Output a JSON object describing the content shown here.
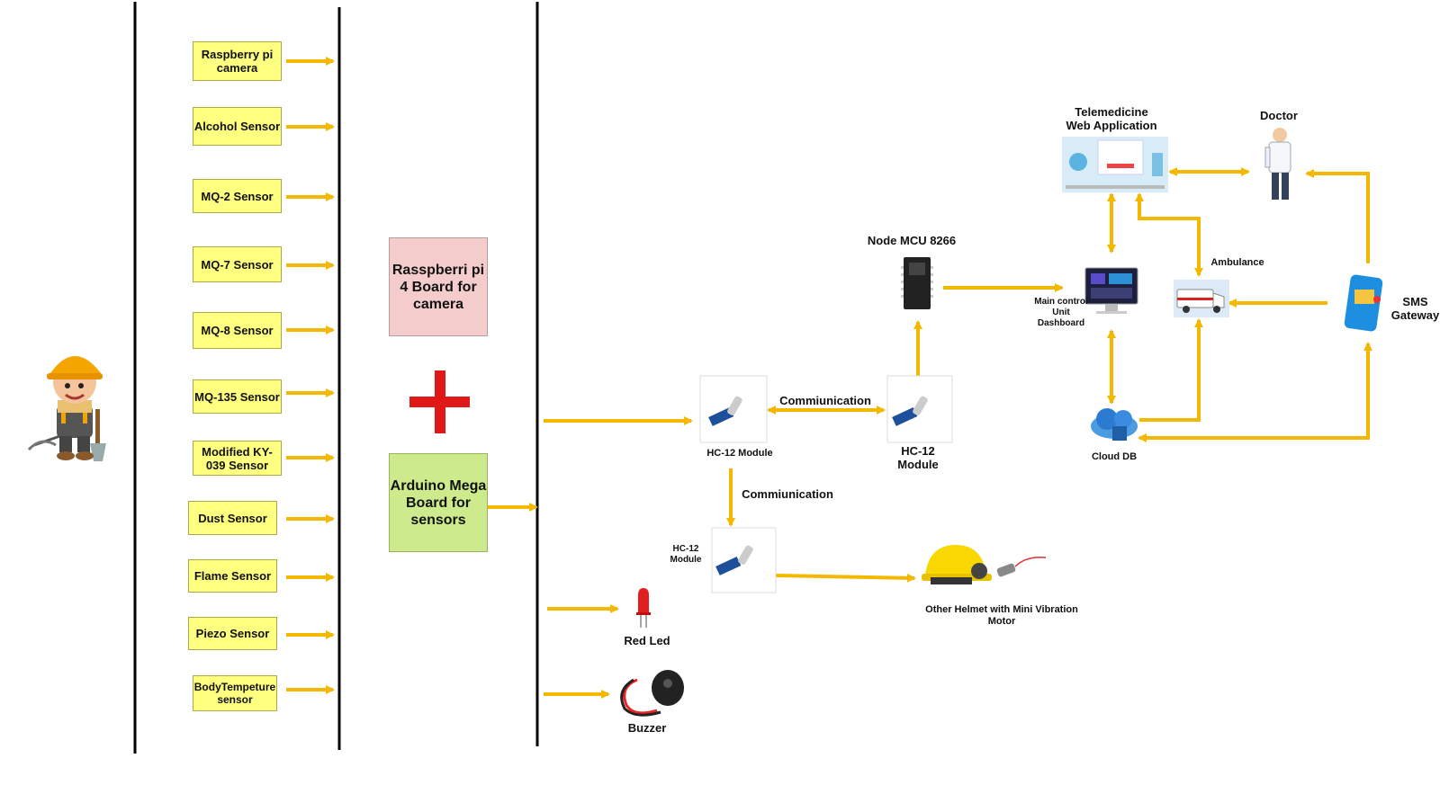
{
  "sensors": [
    "Raspberry pi camera",
    "Alcohol Sensor",
    "MQ-2 Sensor",
    "MQ-7 Sensor",
    "MQ-8 Sensor",
    "MQ-135 Sensor",
    "Modified KY-039 Sensor",
    "Dust Sensor",
    "Flame Sensor",
    "Piezo Sensor",
    "BodyTempeture sensor"
  ],
  "boards": {
    "raspberry": "Rasspberri pi 4 Board for camera",
    "arduino": "Arduino Mega Board for sensors"
  },
  "labels": {
    "hc12_left": "HC-12 Module",
    "hc12_right": "HC-12 Module",
    "hc12_bottom": "HC-12 Module",
    "communication_top": "Commiunication",
    "communication_side": "Commiunication",
    "node_mcu": "Node MCU 8266",
    "main_control": "Main control Unit Dashboard",
    "telemedicine": "Telemedicine Web Application",
    "doctor": "Doctor",
    "ambulance": "Ambulance",
    "sms_gateway": "SMS Gateway",
    "cloud_db": "Cloud DB",
    "red_led": "Red Led",
    "buzzer": "Buzzer",
    "helmet": "Other Helmet with Mini Vibration Motor"
  },
  "icons": [
    "miner-icon",
    "plus-icon",
    "hc12-module-icon",
    "node-mcu-icon",
    "monitor-dashboard-icon",
    "web-app-icon",
    "doctor-icon",
    "ambulance-icon",
    "sms-phone-icon",
    "cloud-db-icon",
    "red-led-icon",
    "buzzer-icon",
    "helmet-icon"
  ],
  "colors": {
    "arrow": "#f5b800",
    "sensor_fill": "#ffff80",
    "raspberry_fill": "#f4cccc",
    "arduino_fill": "#cdea8c",
    "plus": "#e01818"
  }
}
